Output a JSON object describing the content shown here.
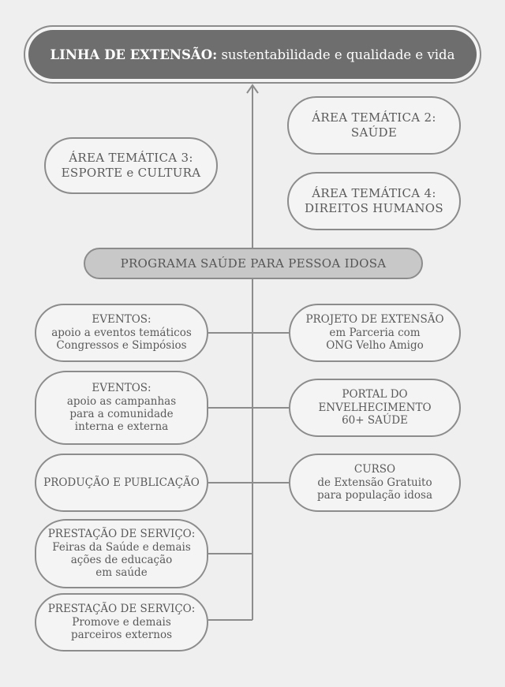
{
  "header": {
    "label": "LINHA DE EXTENSÃO:",
    "text": "sustentabilidade e qualidade e vida"
  },
  "areas": {
    "area2": {
      "title": "ÁREA TEMÁTICA 2:",
      "subtitle": "SAÚDE"
    },
    "area3": {
      "title": "ÁREA TEMÁTICA 3:",
      "subtitle": "ESPORTE e CULTURA"
    },
    "area4": {
      "title": "ÁREA TEMÁTICA 4:",
      "subtitle": "DIREITOS HUMANOS"
    }
  },
  "program": {
    "label": "PROGRAMA SAÚDE PARA PESSOA IDOSA"
  },
  "left_nodes": [
    {
      "lines": [
        "EVENTOS:",
        "apoio a eventos temáticos",
        "Congressos e Simpósios"
      ]
    },
    {
      "lines": [
        "EVENTOS:",
        "apoio as campanhas",
        "para a comunidade",
        "interna e externa"
      ]
    },
    {
      "lines": [
        "PRODUÇÃO E PUBLICAÇÃO"
      ]
    },
    {
      "lines": [
        "PRESTAÇÃO DE SERVIÇO:",
        "Feiras da Saúde e demais",
        "ações de educação",
        "em saúde"
      ]
    },
    {
      "lines": [
        "PRESTAÇÃO DE SERVIÇO:",
        "Promove e demais",
        "parceiros externos"
      ]
    }
  ],
  "right_nodes": [
    {
      "lines": [
        "PROJETO DE EXTENSÃO",
        "em Parceria com",
        "ONG Velho Amigo"
      ]
    },
    {
      "lines": [
        "PORTAL DO",
        "ENVELHECIMENTO",
        "60+ SAÚDE"
      ]
    },
    {
      "lines": [
        "CURSO",
        "de Extensão Gratuito",
        "para população idosa"
      ]
    }
  ],
  "colors": {
    "background": "#efefef",
    "border": "#8c8c8c",
    "header_fill": "#6e6e6e",
    "program_fill": "#c8c8c8",
    "text": "#555555"
  }
}
